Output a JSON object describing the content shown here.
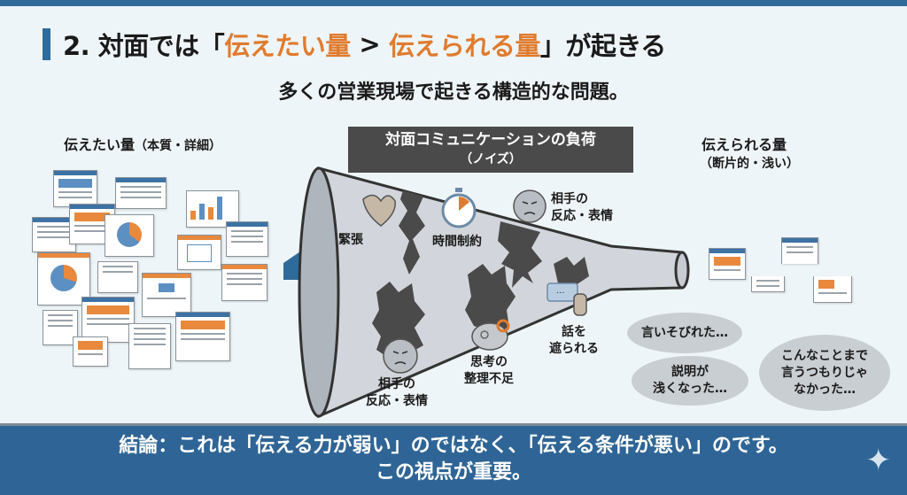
{
  "header": {
    "title_prefix": "2. 対面では「",
    "title_hl1": "伝えたい量",
    "title_gt": " > ",
    "title_hl2": "伝えられる量",
    "title_suffix": "」が起きる",
    "subtitle": "多くの営業現場で起きる構造的な問題。"
  },
  "left": {
    "label": "伝えたい量",
    "sub": "（本質・詳細）"
  },
  "center": {
    "box_title": "対面コミュニケーションの負荷",
    "box_sub": "（ノイズ）"
  },
  "right": {
    "label": "伝えられる量",
    "sub": "（断片的・浅い）"
  },
  "noise_factors": [
    {
      "label": "緊張",
      "icon": "heart-icon"
    },
    {
      "label": "時間制約",
      "icon": "stopwatch-icon"
    },
    {
      "label1": "相手の",
      "label2": "反応・表情",
      "icon": "frown-face-icon"
    },
    {
      "label1": "相手の",
      "label2": "反応・表情",
      "icon": "frown-face-icon"
    },
    {
      "label1": "思考の",
      "label2": "整理不足",
      "icon": "brain-gears-icon"
    },
    {
      "label1": "話を",
      "label2": "遮られる",
      "icon": "hand-stop-icon"
    }
  ],
  "bubbles": [
    {
      "line1": "言いそびれた…"
    },
    {
      "line1": "説明が",
      "line2": "浅くなった…"
    },
    {
      "line1": "こんなことまで",
      "line2": "言うつもりじゃ",
      "line3": "なかった…"
    }
  ],
  "conclusion": {
    "line1": "結論：これは「伝える力が弱い」のではなく、「伝える条件が悪い」のです。",
    "line2": "この視点が重要。"
  },
  "colors": {
    "accent": "#e07b2e",
    "brand": "#2f6b9a",
    "dark": "#4a4a4a"
  }
}
